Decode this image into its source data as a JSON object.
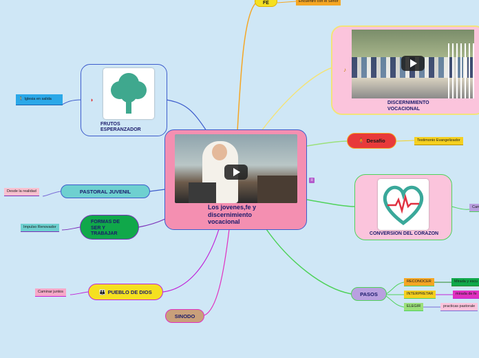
{
  "central": {
    "title": "Los jovenes,fe y discernimiento vocacional"
  },
  "fe": {
    "label": "FE",
    "child": "Encuentro con el Señor"
  },
  "frutos": {
    "label": "FRUTOS ESPERANZADOR",
    "child": "Iglesia en salida"
  },
  "discernimiento": {
    "label": "DISCERNIMIENTO VOCACIONAL"
  },
  "desafio": {
    "label": "Desafío",
    "child": "Testimonio Evangelizador"
  },
  "pastoral": {
    "label": "PASTORAL JUVENIL",
    "child": "Desde la realidad"
  },
  "formas": {
    "label": "FORMAS DE SER Y TRABAJAR",
    "child": "Impulso Renovador"
  },
  "conversion": {
    "label": "CONVERSION DEL CORAZON",
    "child": "Cam"
  },
  "pueblo": {
    "label": "PUEBLO DE DIOS",
    "child": "Caminar juntos"
  },
  "sinodo": {
    "label": "SINODO"
  },
  "pasos": {
    "label": "PASOS",
    "children": [
      {
        "label": "RECONOCER",
        "sub": "Mirada y escu"
      },
      {
        "label": "INTERPRETAR",
        "sub": "mirada de fe"
      },
      {
        "label": "ELEGIR",
        "sub": "practicas pastorale"
      }
    ]
  },
  "colors": {
    "background": "#cfe7f6",
    "central": "#f48fb1",
    "accent_blue": "#3d5ccc"
  }
}
